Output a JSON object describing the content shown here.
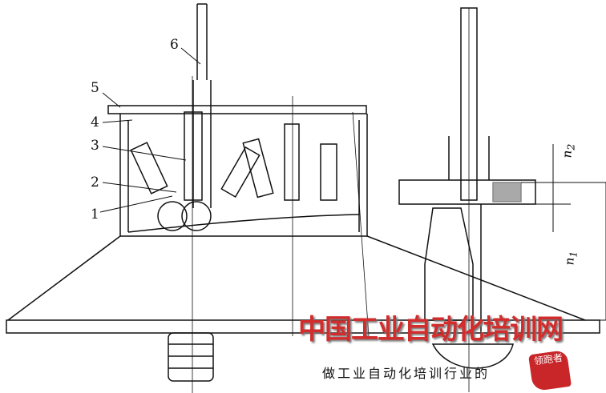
{
  "labels": {
    "l1": "1",
    "l2": "2",
    "l3": "3",
    "l4": "4",
    "l5": "5",
    "l6": "6"
  },
  "dimensions": {
    "n2": "n",
    "n2_sub": "2",
    "n1": "n",
    "n1_sub": "1"
  },
  "watermark": {
    "title": "中国工业自动化培训网",
    "slogan": "做工业自动化培训行业的",
    "seal": "领跑者"
  },
  "colors": {
    "watermark": "#d22c2c",
    "line": "#111111"
  }
}
